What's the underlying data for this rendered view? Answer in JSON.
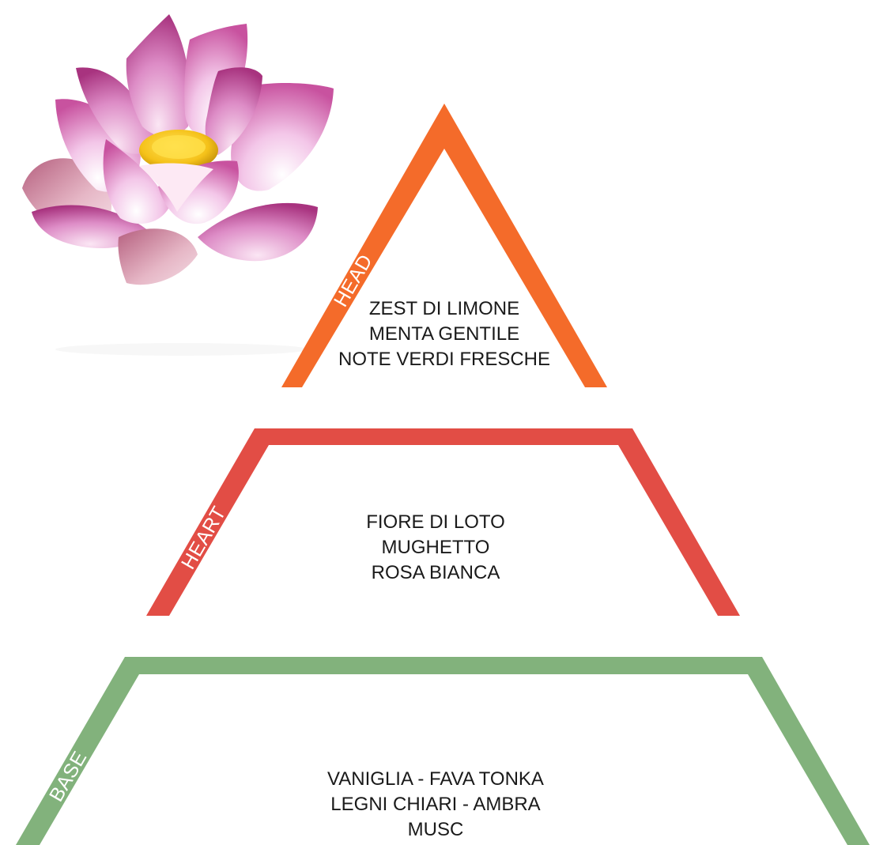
{
  "pyramid": {
    "head": {
      "label": "HEAD",
      "color": "#f46b2a",
      "notes": [
        "ZEST DI LIMONE",
        "MENTA GENTILE",
        "NOTE VERDI FRESCHE"
      ]
    },
    "heart": {
      "label": "HEART",
      "color": "#e24d45",
      "notes": [
        "FIORE DI LOTO",
        "MUGHETTO",
        "ROSA BIANCA"
      ]
    },
    "base": {
      "label": "BASE",
      "color": "#82b27c",
      "notes": [
        "VANIGLIA - FAVA TONKA",
        "LEGNI CHIARI - AMBRA",
        "MUSC"
      ]
    }
  },
  "illustration": {
    "icon": "lotus-flower-icon",
    "petal_color": "#e9a4d8",
    "center_color": "#f5c21a"
  }
}
